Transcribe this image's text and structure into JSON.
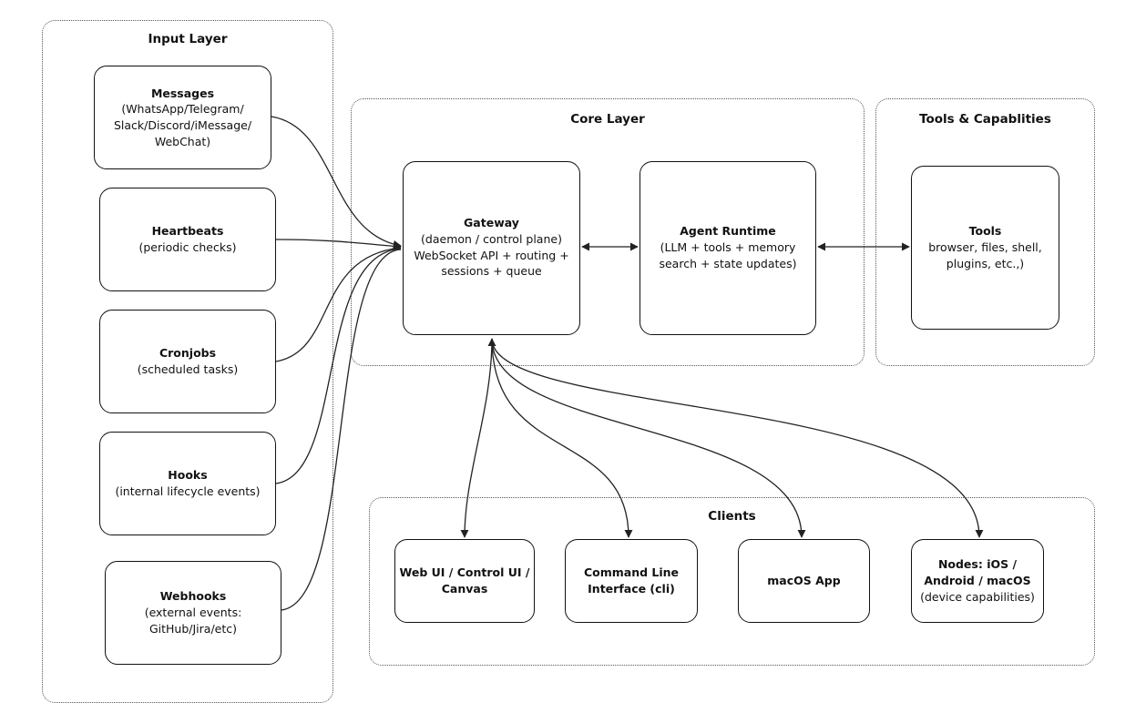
{
  "groups": {
    "input": "Input Layer",
    "core": "Core Layer",
    "tools": "Tools & Capablities",
    "clients": "Clients"
  },
  "nodes": {
    "messages": {
      "title": "Messages",
      "lines": [
        "(WhatsApp/Telegram/",
        "Slack/Discord/iMessage/",
        "WebChat)"
      ]
    },
    "heartbeats": {
      "title": "Heartbeats",
      "lines": [
        "(periodic checks)"
      ]
    },
    "cronjobs": {
      "title": "Cronjobs",
      "lines": [
        "(scheduled tasks)"
      ]
    },
    "hooks": {
      "title": "Hooks",
      "lines": [
        "(internal lifecycle events)"
      ]
    },
    "webhooks": {
      "title": "Webhooks",
      "lines": [
        "(external events:",
        "GitHub/Jira/etc)"
      ]
    },
    "gateway": {
      "title": "Gateway",
      "lines": [
        "(daemon / control plane)",
        "WebSocket API + routing +",
        "sessions + queue"
      ]
    },
    "agent": {
      "title": "Agent Runtime",
      "lines": [
        "(LLM + tools + memory",
        "search + state updates)"
      ]
    },
    "tools": {
      "title": "Tools",
      "lines": [
        "browser, files, shell,",
        "plugins, etc.,)"
      ]
    },
    "webui": {
      "title": "Web UI / Control UI /",
      "lines": [
        "Canvas"
      ]
    },
    "cli": {
      "title": "Command Line",
      "lines": [
        "Interface (cli)"
      ]
    },
    "macos": {
      "title": "macOS App",
      "lines": []
    },
    "nodes": {
      "title": "Nodes: iOS /",
      "lines": [
        "Android / macOS",
        "(device capabilities)"
      ]
    }
  }
}
